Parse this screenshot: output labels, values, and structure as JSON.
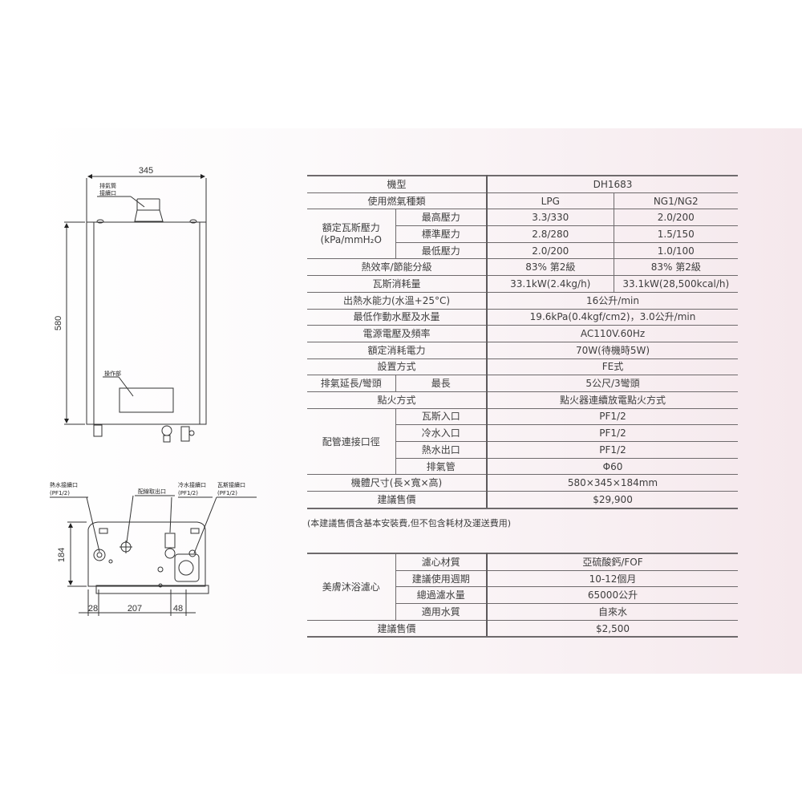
{
  "spec_table": {
    "model_label": "機型",
    "model_value": "DH1683",
    "gas_type_label": "使用燃氣種類",
    "gas_types": [
      "LPG",
      "NG1/NG2"
    ],
    "pressure_group_label_line1": "額定瓦斯壓力",
    "pressure_group_label_line2": "(kPa/mmH₂O",
    "pressure_rows": [
      {
        "label": "最高壓力",
        "lpg": "3.3/330",
        "ng": "2.0/200"
      },
      {
        "label": "標準壓力",
        "lpg": "2.8/280",
        "ng": "1.5/150"
      },
      {
        "label": "最低壓力",
        "lpg": "2.0/200",
        "ng": "1.0/100"
      }
    ],
    "efficiency": {
      "label": "熱效率/節能分級",
      "lpg": "83% 第2級",
      "ng": "83% 第2級"
    },
    "gas_consumption": {
      "label": "瓦斯消耗量",
      "lpg": "33.1kW(2.4kg/h)",
      "ng": "33.1kW(28,500kcal/h)"
    },
    "single_rows": [
      {
        "label": "出熱水能力(水溫+25°C)",
        "value": "16公升/min"
      },
      {
        "label": "最低作動水壓及水量",
        "value": "19.6kPa(0.4kgf/cm2)，3.0公升/min"
      },
      {
        "label": "電源電壓及頻率",
        "value": "AC110V.60Hz"
      },
      {
        "label": "額定消耗電力",
        "value": "70W(待機時5W)"
      },
      {
        "label": "設置方式",
        "value": "FE式"
      }
    ],
    "exhaust": {
      "label": "排氣延長/彎頭",
      "sub_label": "最長",
      "value": "5公尺/3彎頭"
    },
    "ignition": {
      "label": "點火方式",
      "value": "點火器連續放電點火方式"
    },
    "pipe_group_label": "配管連接口徑",
    "pipe_rows": [
      {
        "label": "瓦斯入口",
        "value": "PF1/2"
      },
      {
        "label": "冷水入口",
        "value": "PF1/2"
      },
      {
        "label": "熱水出口",
        "value": "PF1/2"
      },
      {
        "label": "排氣管",
        "value": "Φ60"
      }
    ],
    "dimensions": {
      "label": "機體尺寸(長×寬×高)",
      "value": "580×345×184mm"
    },
    "price": {
      "label": "建議售價",
      "value": "$29,900"
    }
  },
  "price_note": "(本建議售價含基本安裝費,但不包含耗材及運送費用)",
  "filter_table": {
    "group_label": "美膚沐浴濾心",
    "rows": [
      {
        "label": "濾心材質",
        "value": "亞硫酸鈣/FOF"
      },
      {
        "label": "建議使用週期",
        "value": "10-12個月"
      },
      {
        "label": "總過濾水量",
        "value": "65000公升"
      },
      {
        "label": "適用水質",
        "value": "自來水"
      }
    ],
    "price": {
      "label": "建議售價",
      "value": "$2,500"
    }
  },
  "drawing": {
    "front": {
      "width_dim": "345",
      "height_dim": "580",
      "exhaust_label_line1": "排氣筒",
      "exhaust_label_line2": "接續口",
      "control_label": "操作部"
    },
    "bottom": {
      "depth_dim": "184",
      "dim_a": "28",
      "dim_b": "207",
      "dim_c": "48",
      "hot_water_label": "熱水接續口",
      "hot_water_spec": "(PF1/2)",
      "wiring_label": "配線取出口",
      "cold_water_label": "冷水接續口",
      "cold_water_spec": "(PF1/2)",
      "gas_label": "瓦斯接續口",
      "gas_spec": "(PF1/2)"
    }
  }
}
